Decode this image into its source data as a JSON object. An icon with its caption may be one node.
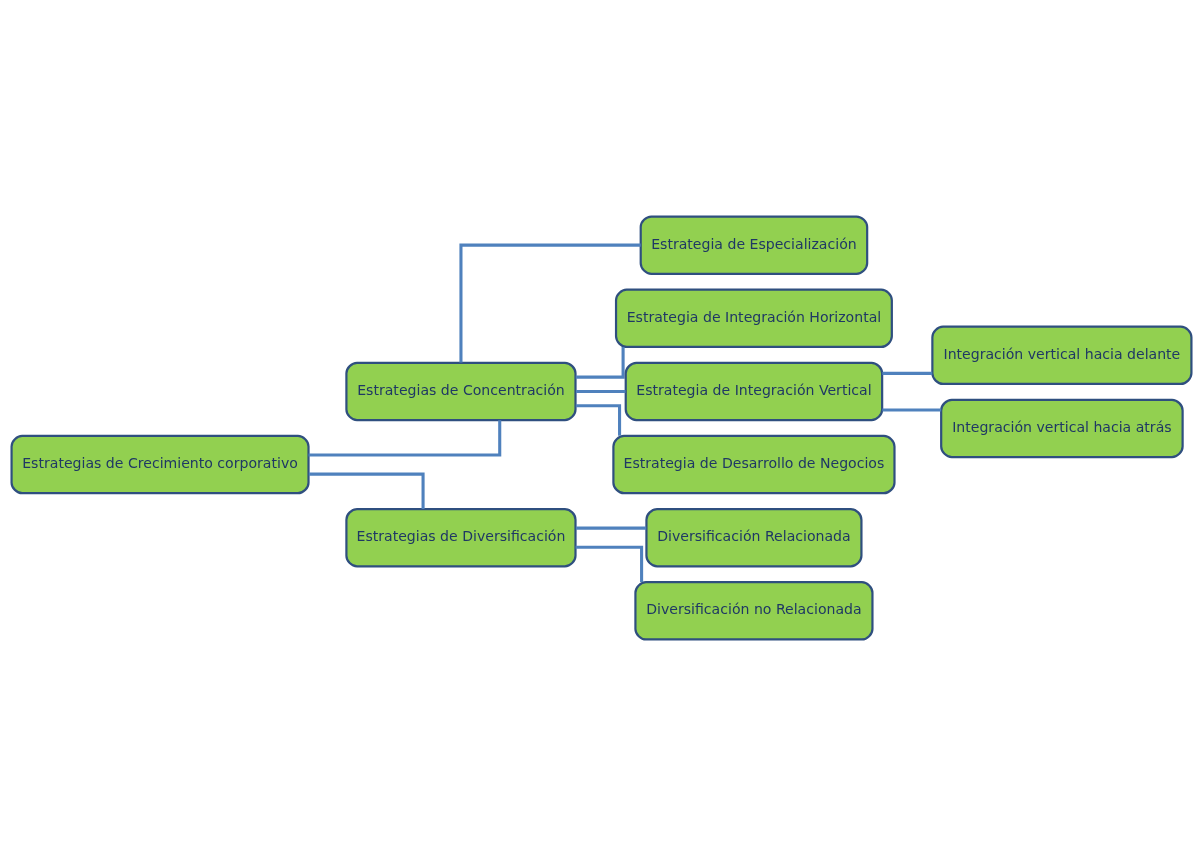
{
  "diagram": {
    "nodes": [
      {
        "text": [
          "Estrategias de Crecimiento corporativo"
        ]
      },
      {
        "text": [
          "Estrategias de Concentración"
        ]
      },
      {
        "text": [
          "Estrategias de Diversificación"
        ]
      },
      {
        "text": [
          "Estrategia de Especialización"
        ]
      },
      {
        "text": [
          "Estrategia de Integración Horizontal"
        ]
      },
      {
        "text": [
          "Estrategia de Integración Vertical"
        ]
      },
      {
        "text": [
          "Estrategia de Desarrollo de Negocios"
        ]
      },
      {
        "text": [
          "Integración vertical hacia delante"
        ]
      },
      {
        "text": [
          "Integración vertical hacia atrás"
        ]
      },
      {
        "text": [
          "Diversificación Relacionada"
        ]
      },
      {
        "text": [
          "Diversificación no Relacionada"
        ]
      }
    ],
    "edges": [
      {
        "from": 0,
        "to": 1,
        "arrow": "none"
      },
      {
        "from": 0,
        "to": 2,
        "arrow": "none"
      },
      {
        "from": 1,
        "to": 3,
        "arrow": "none"
      },
      {
        "from": 1,
        "to": 4,
        "arrow": "none"
      },
      {
        "from": 1,
        "to": 5,
        "arrow": "none"
      },
      {
        "from": 1,
        "to": 6,
        "arrow": "none"
      },
      {
        "from": 5,
        "to": 7,
        "arrow": "none"
      },
      {
        "from": 5,
        "to": 8,
        "arrow": "none"
      },
      {
        "from": 2,
        "to": 9,
        "arrow": "none"
      },
      {
        "from": 2,
        "to": 10,
        "arrow": "none"
      }
    ]
  }
}
